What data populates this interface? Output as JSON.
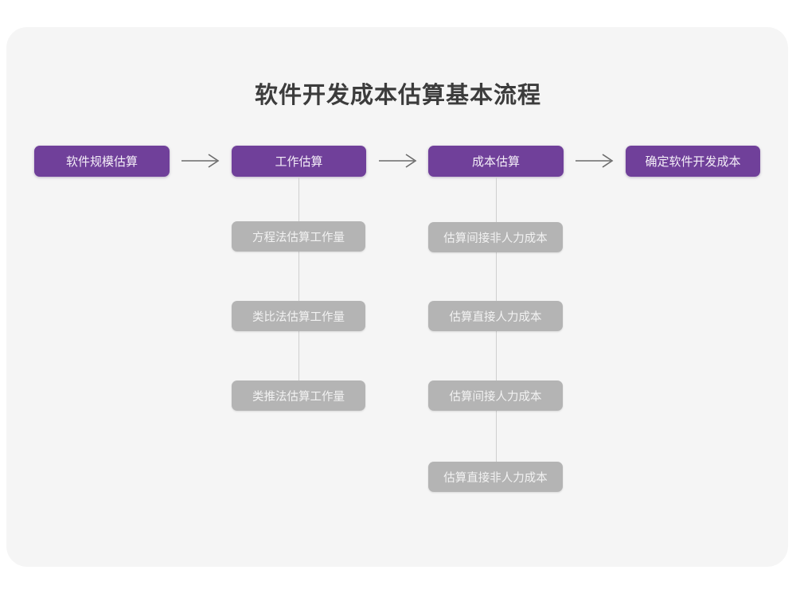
{
  "diagram": {
    "title": "软件开发成本估算基本流程",
    "type": "flowchart",
    "colors": {
      "card_background": "#f5f5f5",
      "page_background": "#ffffff",
      "primary_node": "#70409a",
      "primary_node_text": "#f4eef8",
      "sub_node": "#b4b4b4",
      "sub_node_text": "#f2f2f2",
      "title_text": "#3c3c3c",
      "connector_line": "#cfcfcf",
      "arrow": "#6b6b6b"
    },
    "main_flow": [
      {
        "id": "step-1",
        "label": "软件规模估算"
      },
      {
        "id": "step-2",
        "label": "工作估算"
      },
      {
        "id": "step-3",
        "label": "成本估算"
      },
      {
        "id": "step-4",
        "label": "确定软件开发成本"
      }
    ],
    "arrows": [
      {
        "id": "arrow-1",
        "from": "step-1",
        "to": "step-2",
        "glyph": "arrow-right-icon"
      },
      {
        "id": "arrow-2",
        "from": "step-2",
        "to": "step-3",
        "glyph": "arrow-right-icon"
      },
      {
        "id": "arrow-3",
        "from": "step-3",
        "to": "step-4",
        "glyph": "arrow-right-icon"
      }
    ],
    "branches": [
      {
        "parent": "step-2",
        "parent_label": "工作估算",
        "items": [
          {
            "id": "effort-1",
            "label": "方程法估算工作量"
          },
          {
            "id": "effort-2",
            "label": "类比法估算工作量"
          },
          {
            "id": "effort-3",
            "label": "类推法估算工作量"
          }
        ]
      },
      {
        "parent": "step-3",
        "parent_label": "成本估算",
        "items": [
          {
            "id": "cost-1",
            "label": "估算间接非人力成本"
          },
          {
            "id": "cost-2",
            "label": "估算直接人力成本"
          },
          {
            "id": "cost-3",
            "label": "估算间接人力成本"
          },
          {
            "id": "cost-4",
            "label": "估算直接非人力成本"
          }
        ]
      }
    ]
  }
}
